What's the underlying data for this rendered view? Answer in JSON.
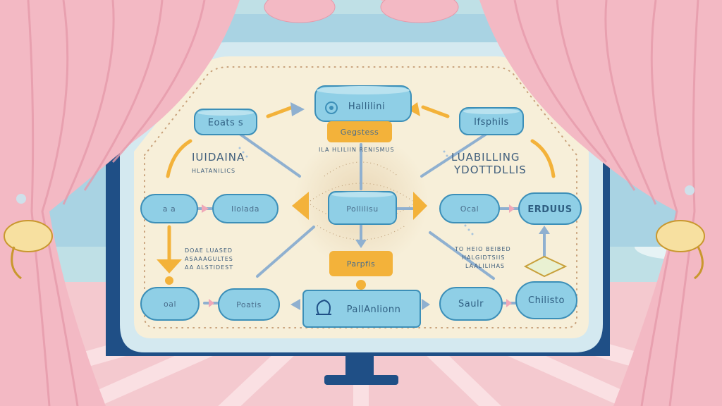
{
  "scene": {
    "colors": {
      "sky": "#bfe0e6",
      "curtain": "#f3b9c4",
      "curtain_shadow": "#e69aab",
      "frame_navy": "#1f4f86",
      "board_cream": "#f7efd9",
      "board_border": "#cfe6ee",
      "pill_blue": "#8fcfe6",
      "pill_stroke": "#3c8fb8",
      "accent_orange": "#f3b23a",
      "floor_pink": "#f4c9cf"
    }
  },
  "diagram": {
    "nodes": {
      "top_center": "Hallilini",
      "top_center_tag": "Gegstess",
      "top_left": "Eoats s",
      "top_right": "Ifsphils",
      "mid_left_a": "a a",
      "mid_left_b": "Ilolada",
      "center": "Pollilisu",
      "mid_right_a": "Ocal",
      "mid_right_b": "ERDUUS",
      "center_tag": "Parpfis",
      "bottom_left_a": "oal",
      "bottom_left_b": "Poatis",
      "bottom_center": "PallAnlionn",
      "bottom_right_a": "Saulr",
      "bottom_right_b": "Chilisto"
    },
    "notes": {
      "left_title": "IUIDAINA",
      "left_sub": "HLATANILICS",
      "right_title": "LUABILLING",
      "right_sub": "YDOTTDLLIS",
      "center_caption": "ILA HLILIIN RENISMUS",
      "lower_left_1": "DOAE LUASED",
      "lower_left_2": "ASAAAGULTES",
      "lower_left_3": "AA ALSTIDEST",
      "lower_right_1": "TO HEIO BEIBED",
      "lower_right_2": "HALGIDTSIIS",
      "lower_right_3": "LAALILIHAS"
    },
    "icons": {
      "top_center": "swirl-icon",
      "bottom_center": "lotus-icon"
    }
  }
}
